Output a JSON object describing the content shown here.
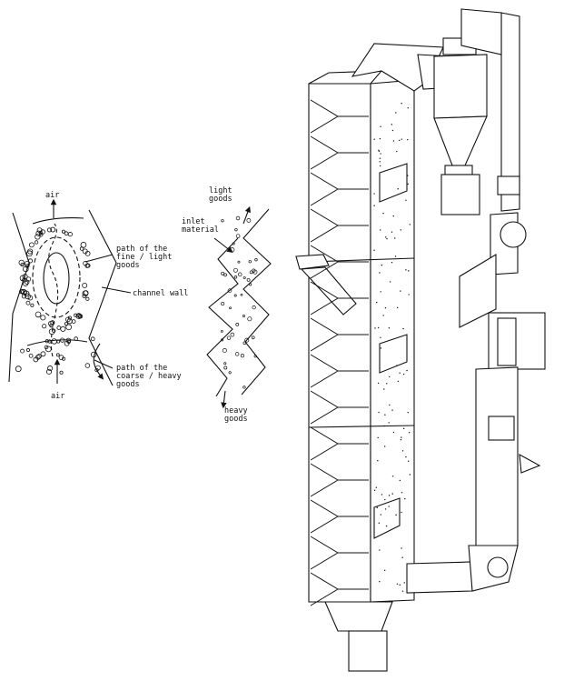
{
  "diagram": {
    "flow_detail": {
      "air_top": "air",
      "air_bottom": "air",
      "fine_path": [
        "path of the",
        "fine / light",
        "goods"
      ],
      "channel_wall": "channel wall",
      "coarse_path": [
        "path of the",
        "coarse / heavy",
        "goods"
      ]
    },
    "zigzag_channel": {
      "light_goods": [
        "light",
        "goods"
      ],
      "inlet_material": [
        "inlet",
        "material"
      ],
      "heavy_goods": [
        "heavy",
        "goods"
      ]
    }
  },
  "colors": {
    "line": "#111111",
    "background": "#ffffff",
    "fill": "#ffffff"
  }
}
